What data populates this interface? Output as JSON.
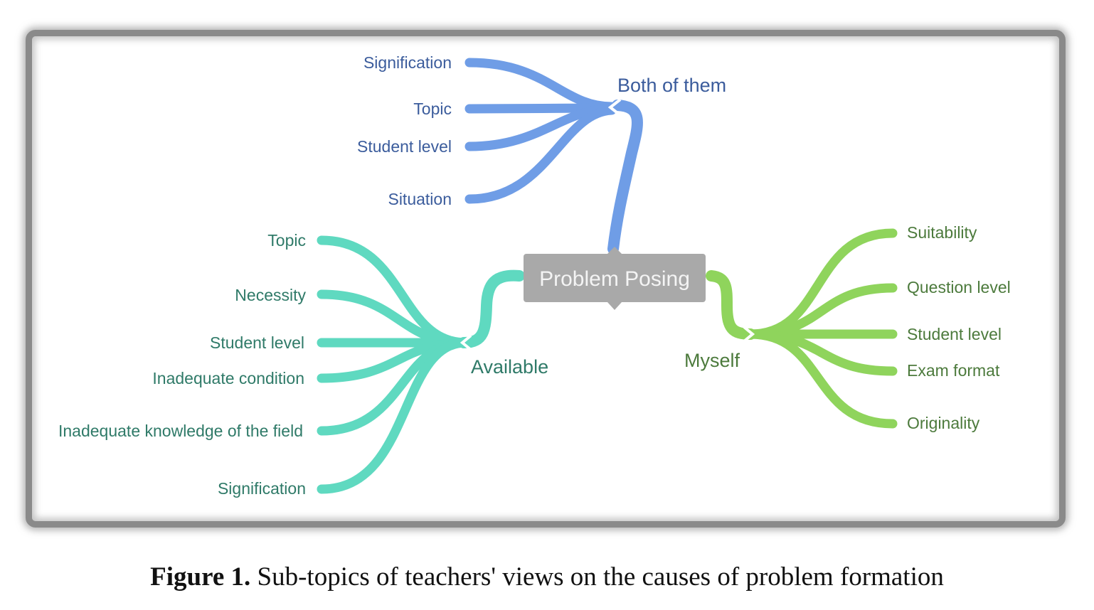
{
  "root": {
    "label": "Problem Posing"
  },
  "branches": {
    "both": {
      "label": "Both of them",
      "color": "#6f9de6",
      "text_color": "#3b5c9c",
      "children": [
        "Signification",
        "Topic",
        "Student level",
        "Situation"
      ]
    },
    "available": {
      "label": "Available",
      "color": "#5fd9c0",
      "text_color": "#2f7a68",
      "children": [
        "Topic",
        "Necessity",
        "Student level",
        "Inadequate condition",
        "Inadequate knowledge of the field",
        "Signification"
      ]
    },
    "myself": {
      "label": "Myself",
      "color": "#8fd45c",
      "text_color": "#4c7a3c",
      "children": [
        "Suitability",
        "Question level",
        "Student level",
        "Exam format",
        "Originality"
      ]
    }
  },
  "caption": {
    "number": "Figure 1.",
    "text": "Sub-topics of teachers' views on the causes of problem formation"
  }
}
